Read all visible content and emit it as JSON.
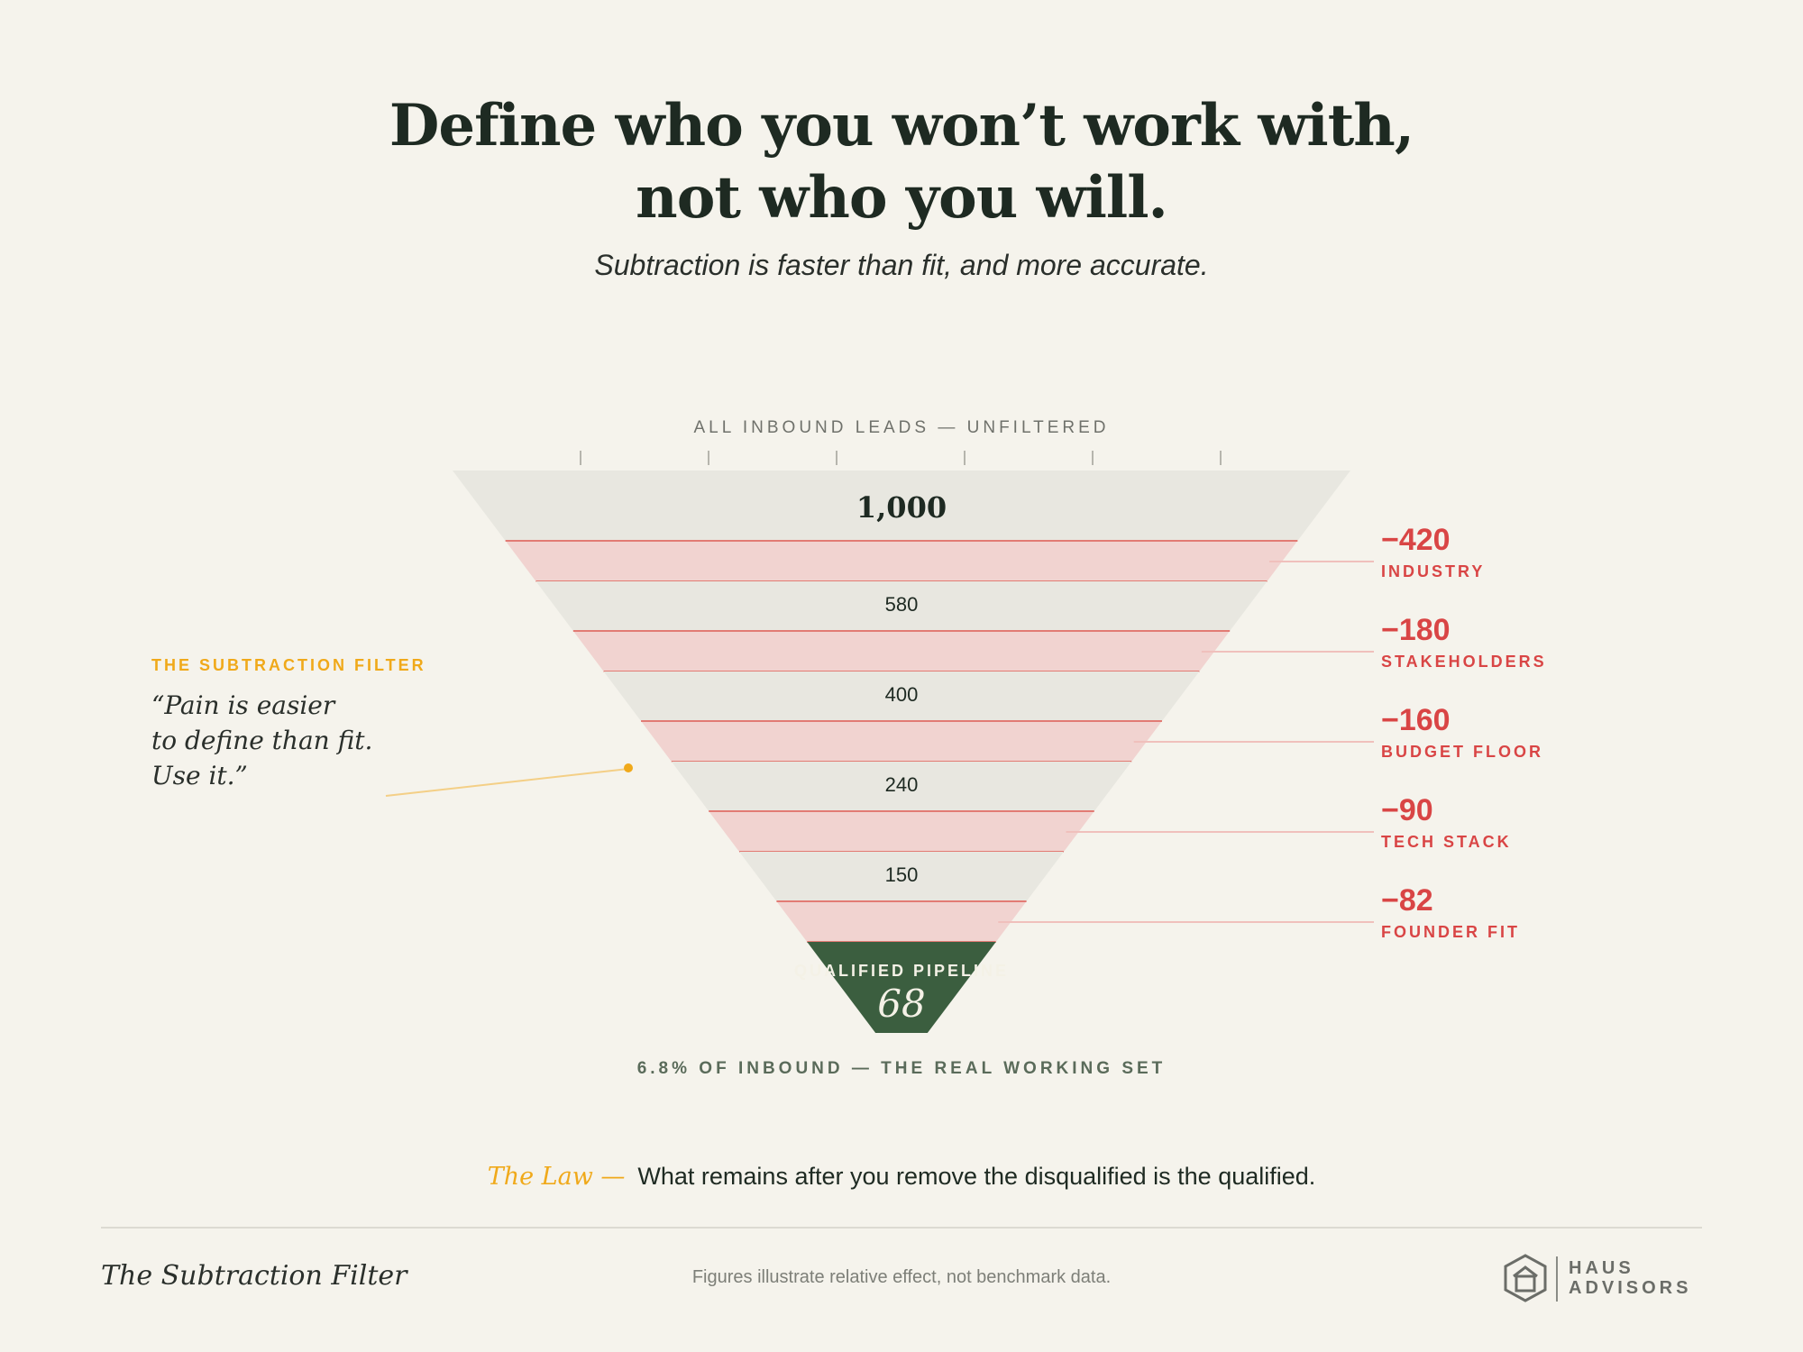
{
  "header": {
    "title_line1": "Define who you won’t work with,",
    "title_line2": "not who you will.",
    "subtitle": "Subtraction is faster than fit, and more accurate."
  },
  "chart_data": {
    "type": "funnel",
    "top_label": "ALL INBOUND LEADS — UNFILTERED",
    "total": 1000,
    "total_label": "1,000",
    "stages": [
      {
        "remaining": 580,
        "remaining_label": "580",
        "removed": -420,
        "removed_label": "−420",
        "filter": "INDUSTRY"
      },
      {
        "remaining": 400,
        "remaining_label": "400",
        "removed": -180,
        "removed_label": "−180",
        "filter": "STAKEHOLDERS"
      },
      {
        "remaining": 240,
        "remaining_label": "240",
        "removed": -160,
        "removed_label": "−160",
        "filter": "BUDGET FLOOR"
      },
      {
        "remaining": 150,
        "remaining_label": "150",
        "removed": -90,
        "removed_label": "−90",
        "filter": "TECH STACK"
      },
      {
        "remaining": 68,
        "remaining_label": "68",
        "removed": -82,
        "removed_label": "−82",
        "filter": "FOUNDER FIT"
      }
    ],
    "final": {
      "label": "QUALIFIED PIPELINE",
      "value": 68,
      "value_label": "68"
    },
    "bottom_caption": "6.8% OF INBOUND — THE REAL WORKING SET",
    "colors": {
      "remaining_fill": "#e8e7e0",
      "removed_fill": "#f1d3d0",
      "removed_line": "#e27b74",
      "removed_text": "#d94545",
      "final_fill": "#3b5e3f",
      "accent": "#f0a91a"
    }
  },
  "callout": {
    "label": "THE SUBTRACTION FILTER",
    "quote_line1": "“Pain is easier",
    "quote_line2": "to define than fit.",
    "quote_line3": "Use it.”"
  },
  "law": {
    "lead": "The Law —",
    "text": "What remains after you remove the disqualified is the qualified."
  },
  "footer": {
    "title": "The Subtraction Filter",
    "note": "Figures illustrate relative effect, not benchmark data.",
    "logo_line1": "HAUS",
    "logo_line2": "ADVISORS",
    "logo_icon": "house-hexagon-icon"
  }
}
